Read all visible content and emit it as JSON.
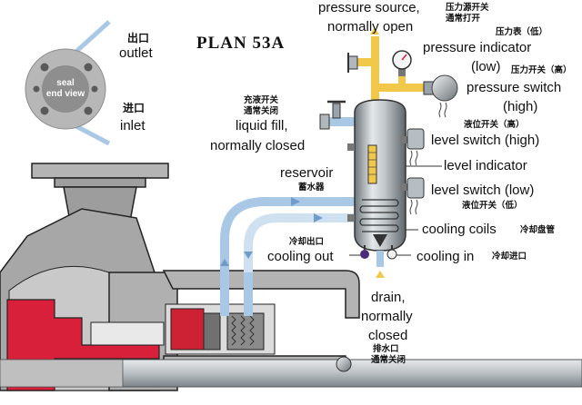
{
  "diagram": {
    "title": "PLAN 53A",
    "seal_view": {
      "label_top": "seal",
      "label_bottom": "end view"
    },
    "labels": {
      "outlet_cn": "出口",
      "outlet_en": "outlet",
      "inlet_cn": "进口",
      "inlet_en": "inlet",
      "pressure_source_en_1": "pressure source,",
      "pressure_source_en_2": "normally open",
      "pressure_source_cn_1": "压力源开关",
      "pressure_source_cn_2": "通常打开",
      "pressure_indicator_cn": "压力表（低）",
      "pressure_indicator_en_1": "pressure indicator",
      "pressure_indicator_en_2": "(low)",
      "pressure_switch_cn": "压力开关（高）",
      "pressure_switch_en_1": "pressure switch",
      "pressure_switch_en_2": "(high)",
      "liquid_fill_cn_1": "充液开关",
      "liquid_fill_cn_2": "通常关闭",
      "liquid_fill_en_1": "liquid fill,",
      "liquid_fill_en_2": "normally closed",
      "level_switch_high_cn": "液位开关（高）",
      "level_switch_high_en": "level switch (high)",
      "level_indicator_en": "level indicator",
      "reservoir_en": "reservoir",
      "reservoir_cn": "蓄水器",
      "level_switch_low_en": "level switch (low)",
      "level_switch_low_cn": "液位开关（低）",
      "cooling_coils_en": "cooling coils",
      "cooling_coils_cn": "冷却盘管",
      "cooling_out_cn": "冷却出口",
      "cooling_out_en": "cooling out",
      "cooling_in_en": "cooling in",
      "cooling_in_cn": "冷却进口",
      "drain_en_1": "drain,",
      "drain_en_2": "normally",
      "drain_en_3": "closed",
      "drain_cn_1": "排水口",
      "drain_cn_2": "通常关闭"
    },
    "colors": {
      "pipe_blue": "#a9c8e6",
      "pipe_blue_dark": "#6f9cc8",
      "pipe_yellow": "#f2c84a",
      "housing_gray": "#a9a9a9",
      "seal_red": "#d8203a",
      "steel": "#9aa3ab"
    }
  }
}
